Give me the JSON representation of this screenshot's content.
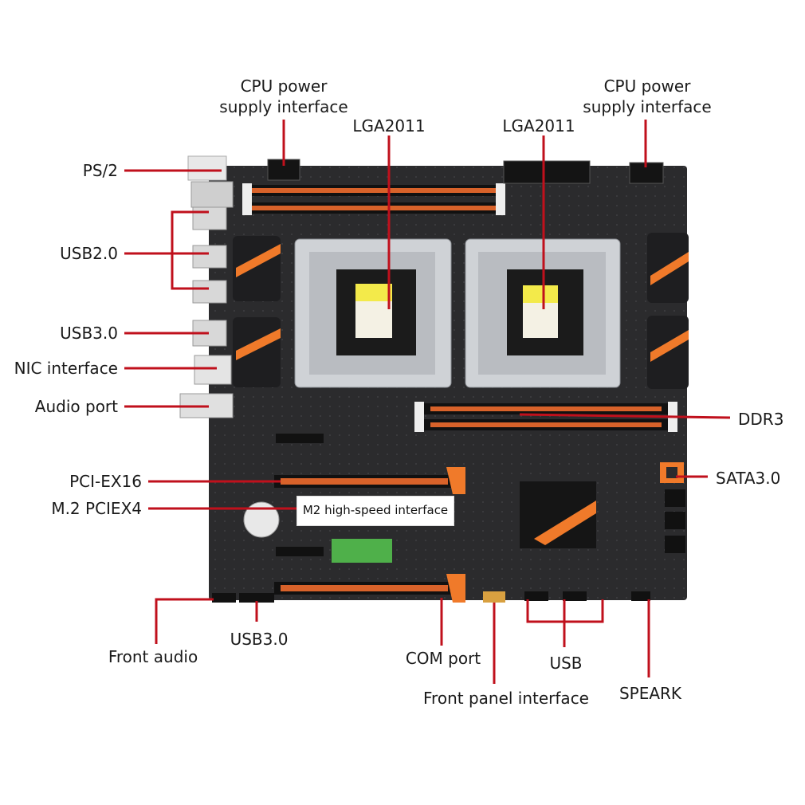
{
  "colors": {
    "leader_line": "#c0101c",
    "board": "#2b2b2d",
    "accent_orange": "#f07a2a",
    "label_text": "#1a1a1a"
  },
  "labels": {
    "cpu_power_left": [
      "CPU power",
      "supply interface"
    ],
    "cpu_power_right": [
      "CPU power",
      "supply interface"
    ],
    "lga_left": "LGA2011",
    "lga_right": "LGA2011",
    "ps2": "PS/2",
    "usb20": "USB2.0",
    "usb30_rear": "USB3.0",
    "nic": "NIC interface",
    "audio_port": "Audio port",
    "ddr3": "DDR3",
    "sata": "SATA3.0",
    "pciex16": "PCI-EX16",
    "m2_pciex4": "M.2 PCIEX4",
    "m2_highspeed": "M2 high-speed interface",
    "front_audio": "Front audio",
    "usb30_front": "USB3.0",
    "com_port": "COM port",
    "usb": "USB",
    "front_panel": "Front panel interface",
    "speaker": "SPEARK"
  }
}
